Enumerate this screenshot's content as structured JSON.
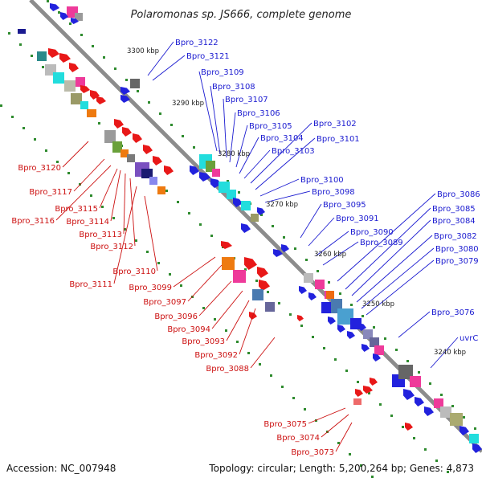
{
  "title": "Polaromonas sp. JS666, complete genome",
  "accession": "Accession: NC_007948",
  "topology": "Topology: circular; Length: 5,200,264 bp; Genes: 4,873",
  "colors": {
    "label_top": "#1a1ad0",
    "label_bottom": "#cc1010",
    "backbone": "#8c8c8c",
    "dots": "#2e8b2e"
  },
  "ticks": [
    "3300 kbp",
    "3290 kbp",
    "3280 kbp",
    "3270 kbp",
    "3260 kbp",
    "3250 kbp",
    "3240 kbp"
  ],
  "labels_top": [
    "Bpro_3122",
    "Bpro_3121",
    "Bpro_3109",
    "Bpro_3108",
    "Bpro_3107",
    "Bpro_3106",
    "Bpro_3105",
    "Bpro_3104",
    "Bpro_3103",
    "Bpro_3102",
    "Bpro_3101",
    "Bpro_3100",
    "Bpro_3098",
    "Bpro_3095",
    "Bpro_3091",
    "Bpro_3090",
    "Bpro_3089",
    "Bpro_3086",
    "Bpro_3085",
    "Bpro_3084",
    "Bpro_3082",
    "Bpro_3080",
    "Bpro_3079",
    "Bpro_3076",
    "uvrC"
  ],
  "labels_bottom": [
    "Bpro_3120",
    "Bpro_3117",
    "Bpro_3115",
    "Bpro_3116",
    "Bpro_3114",
    "Bpro_3113",
    "Bpro_3112",
    "Bpro_3110",
    "Bpro_3111",
    "Bpro_3099",
    "Bpro_3097",
    "Bpro_3096",
    "Bpro_3094",
    "Bpro_3093",
    "Bpro_3092",
    "Bpro_3088",
    "Bpro_3075",
    "Bpro_3074",
    "Bpro_3073"
  ]
}
